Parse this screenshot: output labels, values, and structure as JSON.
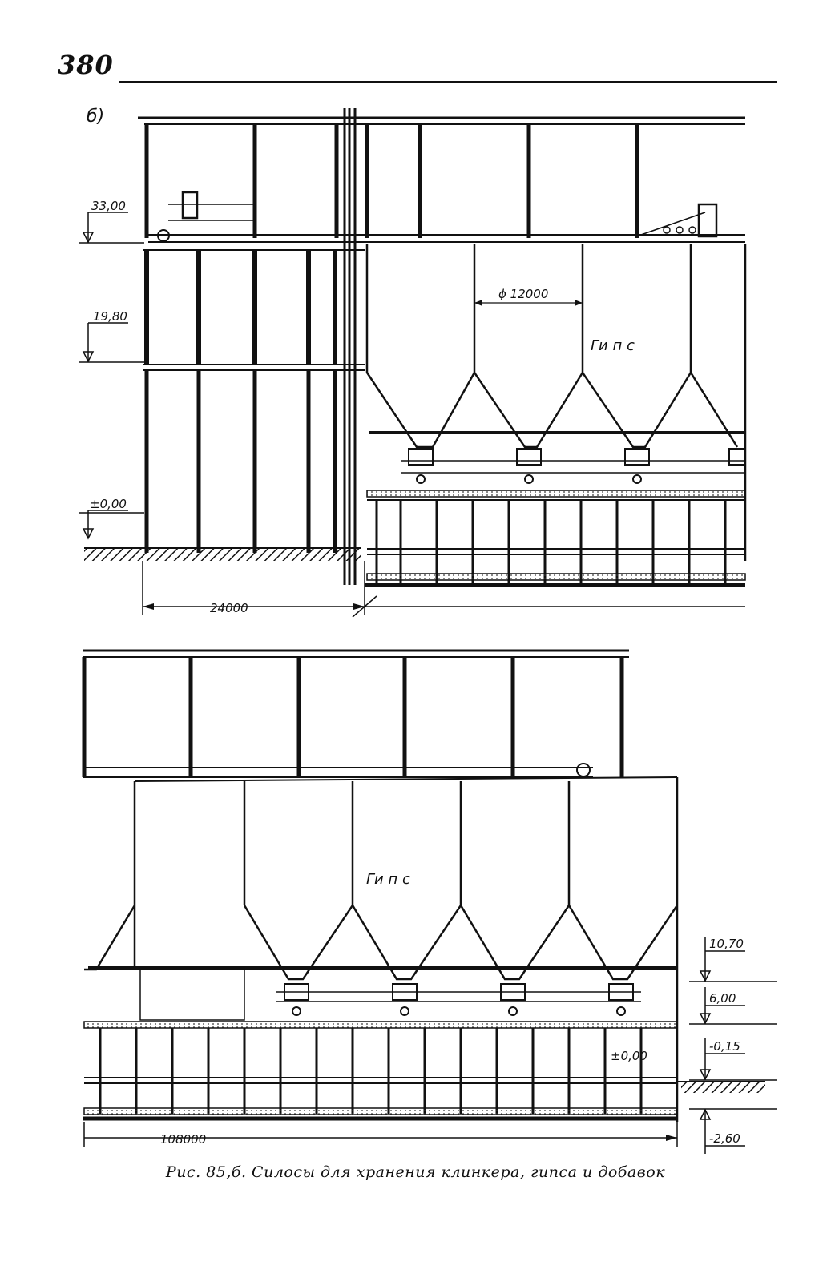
{
  "page": {
    "number": "380",
    "caption": "Рис. 85,б. Силосы для хранения клинкера, гипса и добавок"
  },
  "upper": {
    "panel_label": "б)",
    "levels": [
      "33,00",
      "19,80",
      "±0,00"
    ],
    "diameter": "ϕ 12000",
    "material": "Ги п с",
    "span": "24000"
  },
  "lower": {
    "material": "Ги п с",
    "levels": [
      "10,70",
      "6,00",
      "-0,15",
      "-2,60"
    ],
    "zero_level": "±0,00",
    "span": "108000"
  }
}
